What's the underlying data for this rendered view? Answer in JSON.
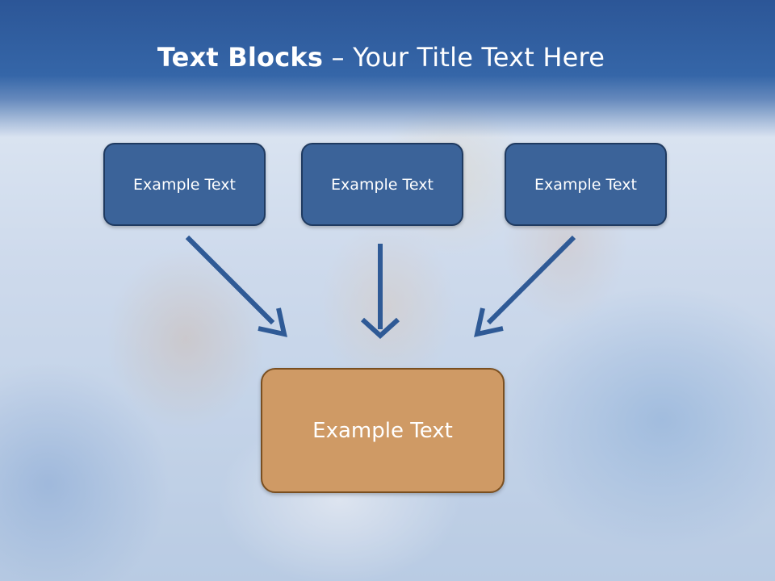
{
  "slide": {
    "title_bold": "Text Blocks",
    "title_separator": "–",
    "title_rest": "Your Title Text Here"
  },
  "blocks": [
    {
      "label": "Example Text"
    },
    {
      "label": "Example Text"
    },
    {
      "label": "Example Text"
    }
  ],
  "main_block": {
    "label": "Example Text"
  },
  "colors": {
    "header": "#2c5697",
    "block_fill": "#3b6399",
    "block_border": "#1f3a60",
    "main_fill": "#cf9a65",
    "main_border": "#7a4f20",
    "arrow": "#2f5a96"
  },
  "icons": [
    "arrow-down-right-icon",
    "arrow-down-icon",
    "arrow-down-left-icon"
  ]
}
